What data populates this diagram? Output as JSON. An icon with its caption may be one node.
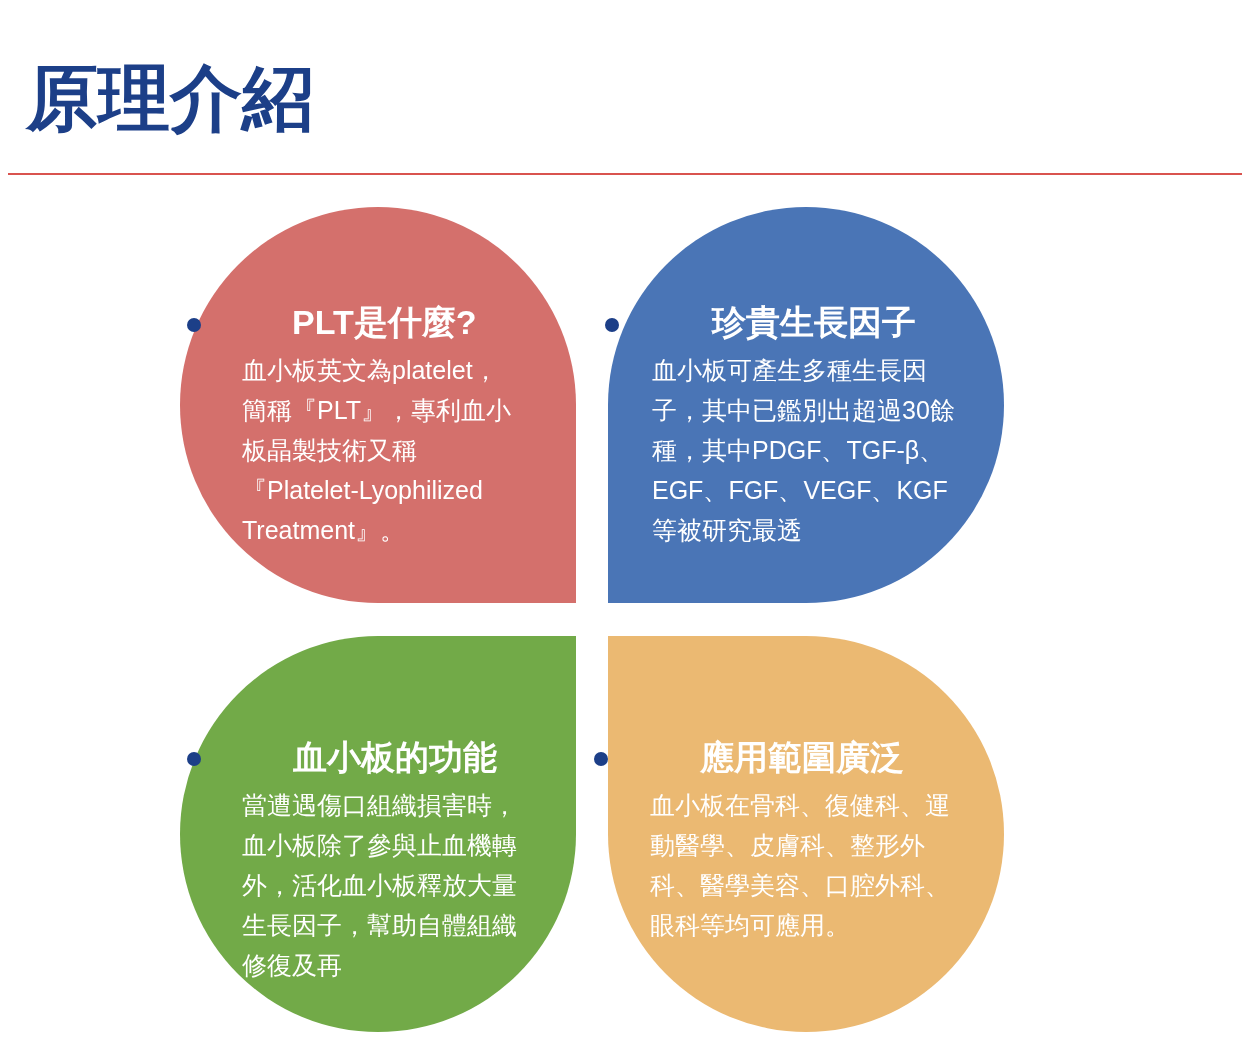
{
  "diagram": {
    "title": "原理介紹",
    "nodes": [
      {
        "text": [
          "PLT是什麼?",
          "血小板英文為platelet，簡稱『PLT』，專利血小板晶製技術又稱『Platelet-Lyophilized Treatment』。"
        ]
      },
      {
        "text": [
          "珍貴生長因子",
          "血小板可產生多種生長因子，其中已鑑別出超過30餘種，其中PDGF、TGF-β、EGF、FGF、VEGF、KGF等被研究最透"
        ]
      },
      {
        "text": [
          "血小板的功能",
          "當遭遇傷口組織損害時，血小板除了參與止血機轉外，活化血小板釋放大量生長因子，幫助自體組織修復及再"
        ]
      },
      {
        "text": [
          "應用範圍廣泛",
          "血小板在骨科、復健科、運動醫學、皮膚科、整形外科、醫學美容、口腔外科、眼科等均可應用。"
        ]
      }
    ]
  }
}
